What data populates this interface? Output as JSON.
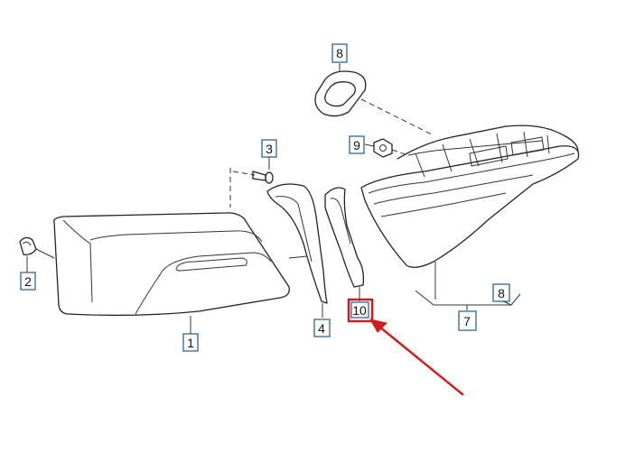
{
  "callouts": {
    "c1": "1",
    "c2": "2",
    "c3": "3",
    "c4": "4",
    "c7": "7",
    "c8_top": "8",
    "c8_right": "8",
    "c9": "9",
    "c10": "10"
  },
  "colors": {
    "highlight": "#d01c1c",
    "label_border": "#1a5a8a",
    "line": "#222222"
  }
}
